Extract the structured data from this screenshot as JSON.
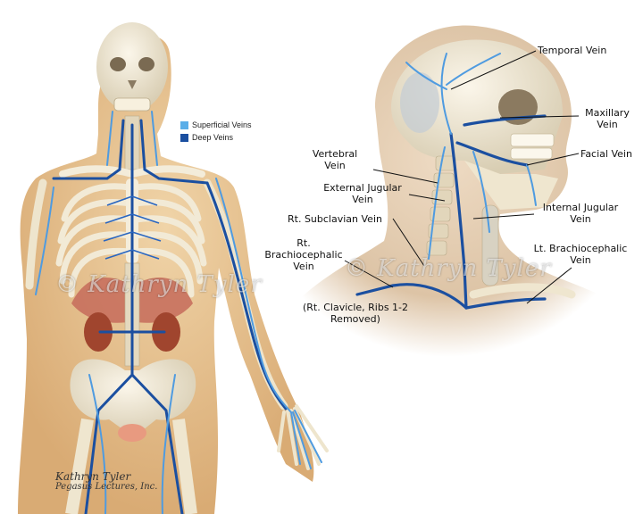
{
  "legend": {
    "items": [
      {
        "label": "Superficial Veins",
        "color": "#5aaee8"
      },
      {
        "label": "Deep Veins",
        "color": "#1b4fa0"
      }
    ]
  },
  "labels": {
    "temporal": "Temporal Vein",
    "maxillary": "Maxillary Vein",
    "facial": "Facial Vein",
    "vertebral": "Vertebral Vein",
    "external_jugular": "External Jugular Vein",
    "internal_jugular": "Internal Jugular Vein",
    "rt_subclavian": "Rt. Subclavian Vein",
    "rt_brachiocephalic": "Rt. Brachiocephalic Vein",
    "lt_brachiocephalic": "Lt. Brachiocephalic Vein",
    "removed_note": "(Rt. Clavicle, Ribs 1-2 Removed)"
  },
  "watermark": "© Kathryn Tyler",
  "signature": {
    "name": "Kathryn Tyler",
    "company": "Pegasus Lectures, Inc."
  },
  "colors": {
    "skin": "#e8c79a",
    "bone": "#efe7d2",
    "deep_vein": "#1b4fa0",
    "superficial_vein": "#4f9be0"
  }
}
